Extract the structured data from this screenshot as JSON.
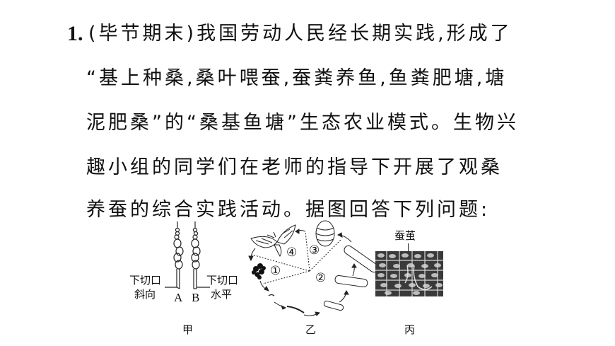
{
  "question": {
    "number": "1.",
    "lines": [
      "(毕节期末)我国劳动人民经长期实践,形成了",
      "“基上种桑,桑叶喂蚕,蚕粪养鱼,鱼粪肥塘,塘",
      "泥肥桑”的“桑基鱼塘”生态农业模式。生物兴",
      "趣小组的同学们在老师的指导下开展了观桑",
      "养蚕的综合实践活动。据图回答下列问题:"
    ]
  },
  "figures": {
    "jia": {
      "caption": "甲",
      "left_label_line1": "下切口",
      "left_label_line2": "斜向",
      "right_label_line1": "下切口",
      "right_label_line2": "水平",
      "cutting_a": "A",
      "cutting_b": "B"
    },
    "yi": {
      "caption": "乙",
      "stages": [
        "①",
        "②",
        "③",
        "④"
      ]
    },
    "bing": {
      "caption": "丙",
      "label": "蚕茧"
    }
  }
}
